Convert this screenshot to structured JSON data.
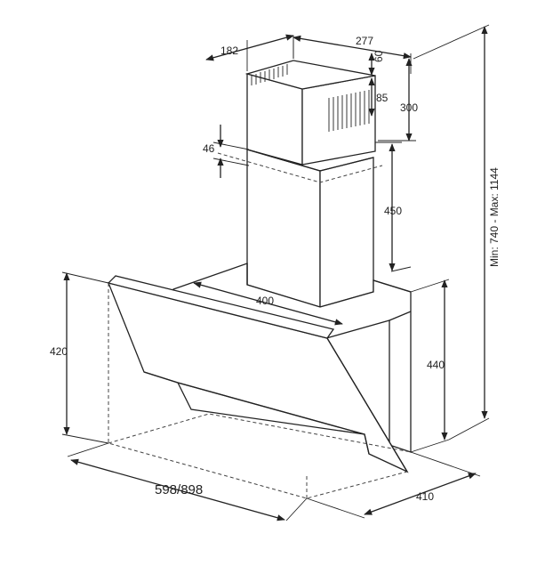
{
  "dimensions": {
    "chimney_depth": "182",
    "chimney_width": "277",
    "top_gap": "60",
    "vent_height": "85",
    "upper_section": "300",
    "overlap": "46",
    "lower_section": "450",
    "chimney_base": "400",
    "hood_height_front": "420",
    "hood_height_back": "440",
    "total_height": "Min: 740 - Max: 1144",
    "width": "598/898",
    "depth": "410"
  },
  "icons": {
    "arrowhead": "arrowhead-icon",
    "vent": "vent-slots-icon"
  }
}
